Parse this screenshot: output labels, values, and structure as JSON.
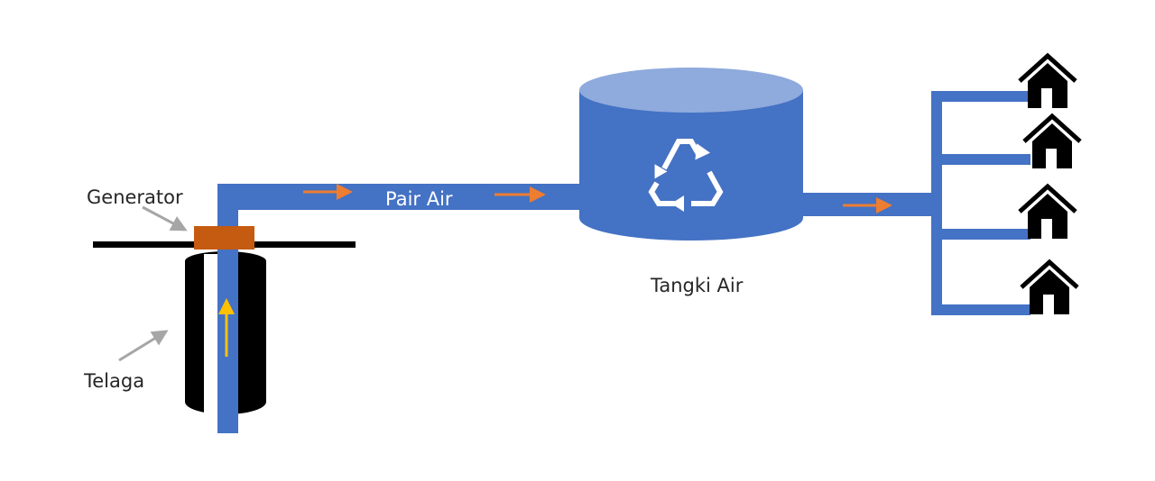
{
  "labels": {
    "generator": "Generator",
    "well": "Telaga",
    "pipe": "Pair Air",
    "tank": "Tangki Air"
  },
  "houses": [
    {
      "id": "house-1"
    },
    {
      "id": "house-2"
    },
    {
      "id": "house-3"
    },
    {
      "id": "house-4"
    }
  ],
  "colors": {
    "pipe": "#4472c4",
    "tank_top": "#8faadc",
    "generator": "#c55a11",
    "flow_arrow": "#ed7d31",
    "up_arrow": "#ffc000",
    "pointer_arrow": "#a6a6a6",
    "ground": "#000000",
    "label_dark": "#262626",
    "label_light": "#ffffff"
  },
  "icons": {
    "tank_symbol": "recycle-icon",
    "house": "house-icon"
  }
}
